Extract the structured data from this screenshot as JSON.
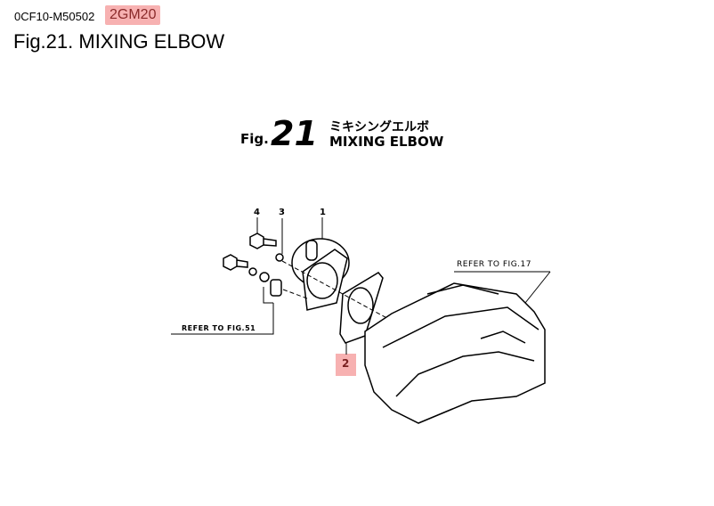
{
  "header": {
    "code": "0CF10-M50502",
    "model_badge": "2GM20",
    "title": "Fig.21.  MIXING ELBOW"
  },
  "figure": {
    "fig_prefix": "Fig.",
    "fig_number": "21",
    "title_jp": "ミキシングエルボ",
    "title_en": "MIXING ELBOW",
    "parts": [
      "1",
      "2",
      "3",
      "4"
    ],
    "highlighted_part": "2",
    "refer_fig51": "REFER TO FIG.51",
    "refer_fig17": "REFER TO FIG.17"
  },
  "colors": {
    "highlight": "#f7b1b1"
  }
}
